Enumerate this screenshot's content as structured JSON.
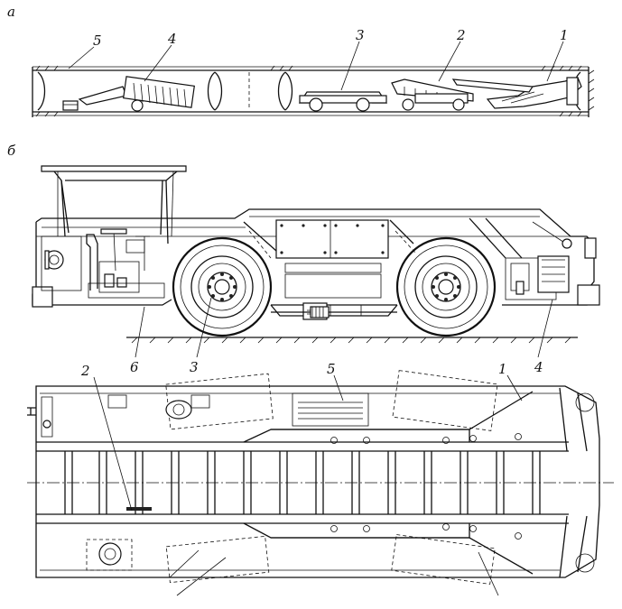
{
  "panels": [
    {
      "id": "a",
      "letter": "а",
      "callouts": [
        "5",
        "4",
        "3",
        "2",
        "1"
      ]
    },
    {
      "id": "b",
      "letter": "б",
      "callouts": [
        "6",
        "3",
        "4"
      ]
    },
    {
      "id": "plan",
      "callouts": [
        "2",
        "5",
        "1"
      ]
    }
  ]
}
